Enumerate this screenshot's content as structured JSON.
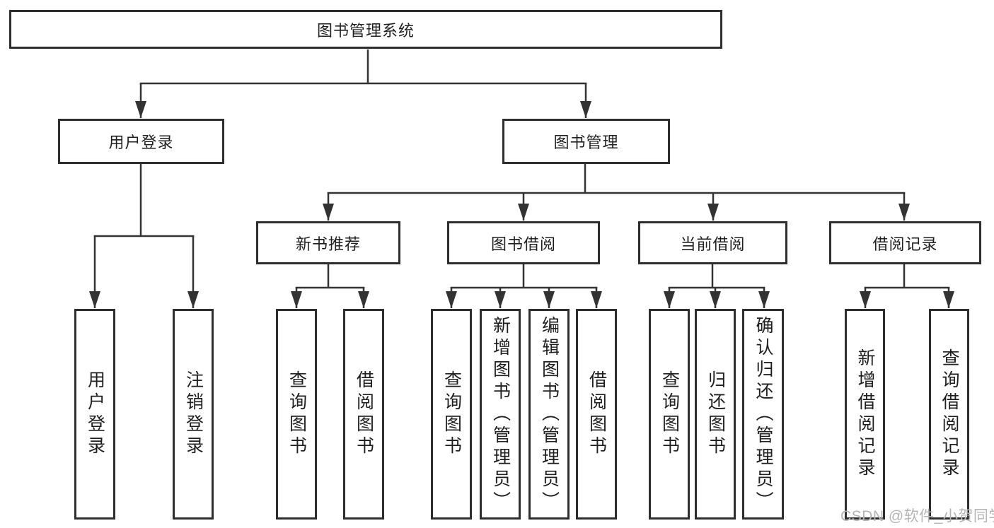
{
  "tree": {
    "label": "图书管理系统",
    "children": [
      {
        "label": "用户登录",
        "children": [
          {
            "label": "用户登录"
          },
          {
            "label": "注销登录"
          }
        ]
      },
      {
        "label": "图书管理",
        "children": [
          {
            "label": "新书推荐",
            "children": [
              {
                "label": "查询图书"
              },
              {
                "label": "借阅图书"
              }
            ]
          },
          {
            "label": "图书借阅",
            "children": [
              {
                "label": "查询图书"
              },
              {
                "label": "新增图书（管理员）"
              },
              {
                "label": "编辑图书（管理员）"
              },
              {
                "label": "借阅图书"
              }
            ]
          },
          {
            "label": "当前借阅",
            "children": [
              {
                "label": "查询图书"
              },
              {
                "label": "归还图书"
              },
              {
                "label": "确认归还（管理员）"
              }
            ]
          },
          {
            "label": "借阅记录",
            "children": [
              {
                "label": "新增借阅记录"
              },
              {
                "label": "查询借阅记录"
              }
            ]
          }
        ]
      }
    ]
  },
  "watermark": "CSDN @软件_小贺同学",
  "colors": {
    "line": "#333333",
    "box_border": "#2e2e2e",
    "text": "#1f1f1f",
    "watermark_text": "#b5b5b5",
    "background": "#ffffff"
  }
}
